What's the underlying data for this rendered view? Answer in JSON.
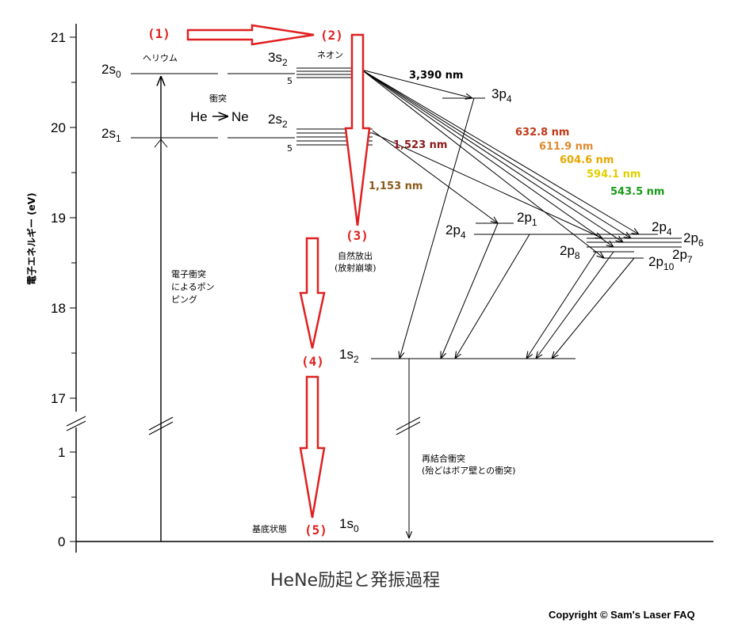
{
  "title": "HeNe励起と発振過程",
  "copyright": "Copyright © Sam's Laser FAQ",
  "y_axis": {
    "label": "電子エネルギー (eV)",
    "ticks": [
      "21",
      "20",
      "19",
      "18",
      "17",
      "1",
      "0"
    ]
  },
  "species": {
    "helium": "ヘリウム",
    "neon": "ネオン"
  },
  "levels": {
    "he_2s0": {
      "main": "2s",
      "sub": "0"
    },
    "he_2s1": {
      "main": "2s",
      "sub": "1"
    },
    "ne_3s2": {
      "main": "3s",
      "sub": "2",
      "count": "5"
    },
    "ne_2s2": {
      "main": "2s",
      "sub": "2",
      "count": "5"
    },
    "ne_3p4": {
      "main": "3p",
      "sub": "4"
    },
    "ne_2p1": {
      "main": "2p",
      "sub": "1"
    },
    "ne_2p4_left": {
      "main": "2p",
      "sub": "4"
    },
    "ne_2p4_right": {
      "main": "2p",
      "sub": "4"
    },
    "ne_2p6": {
      "main": "2p",
      "sub": "6"
    },
    "ne_2p7": {
      "main": "2p",
      "sub": "7"
    },
    "ne_2p8": {
      "main": "2p",
      "sub": "8"
    },
    "ne_2p10": {
      "main": "2p",
      "sub": "10"
    },
    "ne_1s2": {
      "main": "1s",
      "sub": "2"
    },
    "ne_1s0": {
      "main": "1s",
      "sub": "0"
    }
  },
  "collision": {
    "label": "衝突",
    "left": "He",
    "right": "Ne"
  },
  "annotations": {
    "pumping": [
      "電子衝突",
      "によるポン",
      "ピング"
    ],
    "spontaneous": [
      "自然放出",
      "(放射崩壊)"
    ],
    "recombination": [
      "再結合衝突",
      "(殆どはボア壁との衝突)"
    ],
    "ground": "基底状態"
  },
  "wavelengths": [
    {
      "label": "3,390 nm",
      "color": "#000000"
    },
    {
      "label": "1,523 nm",
      "color": "#8b1a1a"
    },
    {
      "label": "1,153 nm",
      "color": "#8b5a1a"
    },
    {
      "label": "632.8 nm",
      "color": "#c0391b"
    },
    {
      "label": "611.9 nm",
      "color": "#e08a30"
    },
    {
      "label": "604.6 nm",
      "color": "#e8a800"
    },
    {
      "label": "594.1 nm",
      "color": "#e0d000"
    },
    {
      "label": "543.5 nm",
      "color": "#1a9a1a"
    }
  ],
  "steps": [
    "(1)",
    "(2)",
    "(3)",
    "(4)",
    "(5)"
  ],
  "accent_color": "#e02020"
}
